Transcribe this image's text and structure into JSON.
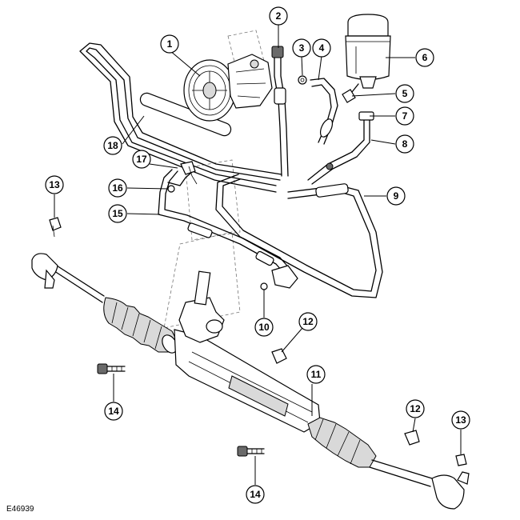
{
  "figure": {
    "reference": "E46939"
  },
  "callouts": [
    {
      "id": "c1",
      "label": "1"
    },
    {
      "id": "c2",
      "label": "2"
    },
    {
      "id": "c3",
      "label": "3"
    },
    {
      "id": "c4",
      "label": "4"
    },
    {
      "id": "c5",
      "label": "5"
    },
    {
      "id": "c6",
      "label": "6"
    },
    {
      "id": "c7",
      "label": "7"
    },
    {
      "id": "c8",
      "label": "8"
    },
    {
      "id": "c9",
      "label": "9"
    },
    {
      "id": "c10",
      "label": "10"
    },
    {
      "id": "c11",
      "label": "11"
    },
    {
      "id": "c12a",
      "label": "12"
    },
    {
      "id": "c12b",
      "label": "12"
    },
    {
      "id": "c13a",
      "label": "13"
    },
    {
      "id": "c13b",
      "label": "13"
    },
    {
      "id": "c14a",
      "label": "14"
    },
    {
      "id": "c14b",
      "label": "14"
    },
    {
      "id": "c15",
      "label": "15"
    },
    {
      "id": "c16",
      "label": "16"
    },
    {
      "id": "c17",
      "label": "17"
    },
    {
      "id": "c18",
      "label": "18"
    }
  ]
}
